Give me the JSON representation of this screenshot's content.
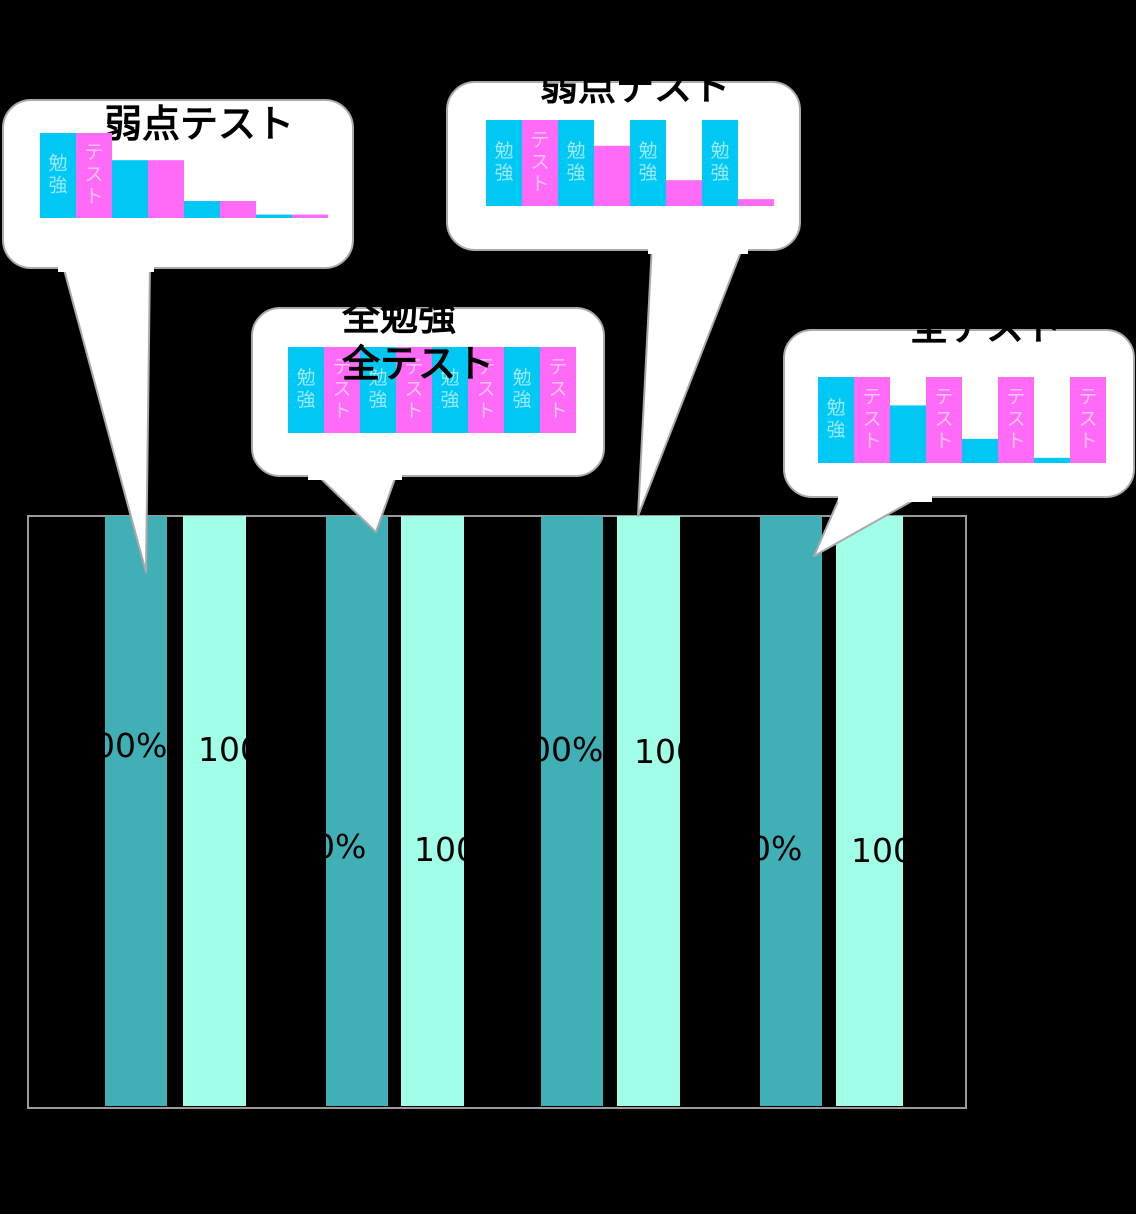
{
  "colors": {
    "background": "#000000",
    "dark_teal": "#40b0b6",
    "mint": "#a0ffe6",
    "cyan": "#00c8f5",
    "magenta": "#ff6af7",
    "bubble_fill": "#ffffff",
    "bubble_stroke": "#aaaaaa",
    "frame_stroke": "#9a9a9a"
  },
  "main_bars": {
    "percent_labels": [
      "00%",
      "100",
      "0%",
      "100",
      "00%",
      "100",
      "0%",
      "100"
    ]
  },
  "bubbles": [
    {
      "title_lines": [
        "弱点テスト"
      ],
      "mini_bars": [
        {
          "color": "cyan",
          "level": 1.0,
          "label": "勉強"
        },
        {
          "color": "magenta",
          "level": 1.0,
          "label": "テスト"
        },
        {
          "color": "cyan",
          "level": 0.68,
          "label": ""
        },
        {
          "color": "magenta",
          "level": 0.68,
          "label": ""
        },
        {
          "color": "cyan",
          "level": 0.2,
          "label": ""
        },
        {
          "color": "magenta",
          "level": 0.2,
          "label": ""
        },
        {
          "color": "cyan",
          "level": 0.04,
          "label": ""
        },
        {
          "color": "magenta",
          "level": 0.04,
          "label": ""
        }
      ]
    },
    {
      "title_lines": [
        "全勉強",
        "全テスト"
      ],
      "mini_bars": [
        {
          "color": "cyan",
          "level": 1.0,
          "label": "勉強"
        },
        {
          "color": "magenta",
          "level": 1.0,
          "label": "テスト"
        },
        {
          "color": "cyan",
          "level": 1.0,
          "label": "勉強"
        },
        {
          "color": "magenta",
          "level": 1.0,
          "label": "テスト"
        },
        {
          "color": "cyan",
          "level": 1.0,
          "label": "勉強"
        },
        {
          "color": "magenta",
          "level": 1.0,
          "label": "テスト"
        },
        {
          "color": "cyan",
          "level": 1.0,
          "label": "勉強"
        },
        {
          "color": "magenta",
          "level": 1.0,
          "label": "テスト"
        }
      ]
    },
    {
      "title_lines": [
        "弱点テスト"
      ],
      "mini_bars": [
        {
          "color": "cyan",
          "level": 1.0,
          "label": "勉強"
        },
        {
          "color": "magenta",
          "level": 1.0,
          "label": "テスト"
        },
        {
          "color": "cyan",
          "level": 1.0,
          "label": "勉強"
        },
        {
          "color": "magenta",
          "level": 0.7,
          "label": ""
        },
        {
          "color": "cyan",
          "level": 1.0,
          "label": "勉強"
        },
        {
          "color": "magenta",
          "level": 0.3,
          "label": ""
        },
        {
          "color": "cyan",
          "level": 1.0,
          "label": "勉強"
        },
        {
          "color": "magenta",
          "level": 0.08,
          "label": ""
        }
      ]
    },
    {
      "title_lines": [
        "全テスト"
      ],
      "mini_bars": [
        {
          "color": "cyan",
          "level": 1.0,
          "label": "勉強"
        },
        {
          "color": "magenta",
          "level": 1.0,
          "label": "テスト"
        },
        {
          "color": "cyan",
          "level": 0.67,
          "label": ""
        },
        {
          "color": "magenta",
          "level": 1.0,
          "label": "テスト"
        },
        {
          "color": "cyan",
          "level": 0.28,
          "label": ""
        },
        {
          "color": "magenta",
          "level": 1.0,
          "label": "テスト"
        },
        {
          "color": "cyan",
          "level": 0.06,
          "label": ""
        },
        {
          "color": "magenta",
          "level": 1.0,
          "label": "テスト"
        }
      ]
    }
  ]
}
